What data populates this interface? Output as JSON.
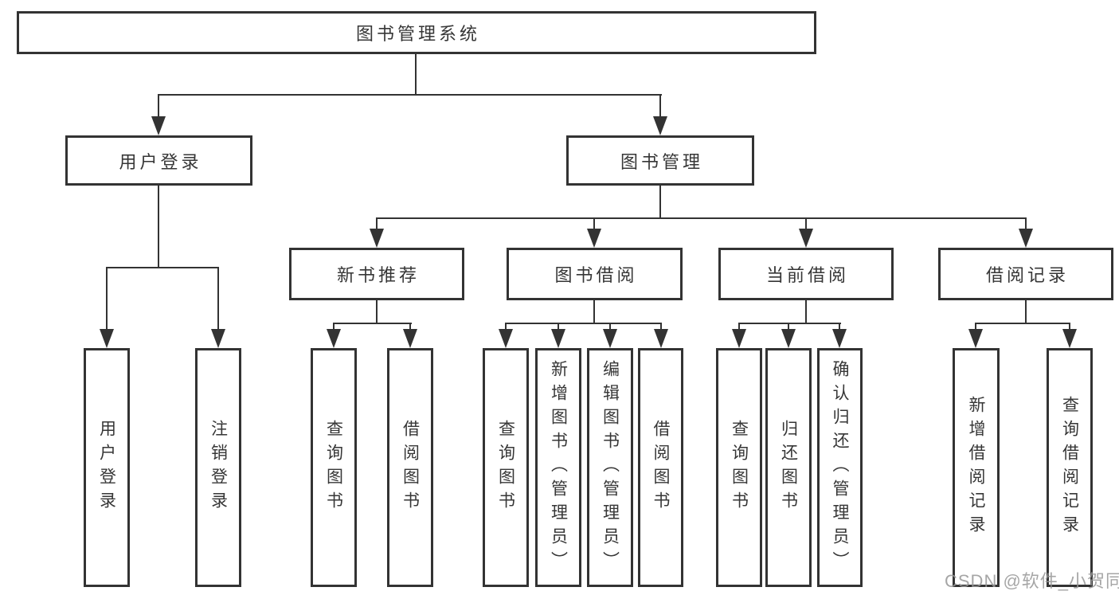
{
  "diagram_type": "tree",
  "tree": {
    "label": "图书管理系统",
    "children": [
      {
        "label": "用户登录",
        "children": [
          {
            "label": "用户登录"
          },
          {
            "label": "注销登录"
          }
        ]
      },
      {
        "label": "图书管理",
        "children": [
          {
            "label": "新书推荐",
            "children": [
              {
                "label": "查询图书"
              },
              {
                "label": "借阅图书"
              }
            ]
          },
          {
            "label": "图书借阅",
            "children": [
              {
                "label": "查询图书"
              },
              {
                "label": "新增图书（管理员）"
              },
              {
                "label": "编辑图书（管理员）"
              },
              {
                "label": "借阅图书"
              }
            ]
          },
          {
            "label": "当前借阅",
            "children": [
              {
                "label": "查询图书"
              },
              {
                "label": "归还图书"
              },
              {
                "label": "确认归还（管理员）"
              }
            ]
          },
          {
            "label": "借阅记录",
            "children": [
              {
                "label": "新增借阅记录"
              },
              {
                "label": "查询借阅记录"
              }
            ]
          }
        ]
      }
    ]
  },
  "watermark": {
    "text": "CSDN @软件_小贺同学"
  },
  "colors": {
    "background": "#ffffff",
    "line": "#333333",
    "box_border": "#333333",
    "text": "#363636",
    "watermark": "#969696"
  }
}
